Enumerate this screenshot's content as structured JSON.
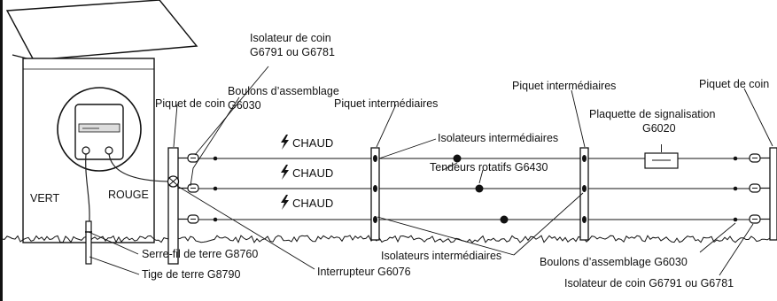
{
  "labels": {
    "corner_insulator_top": [
      "Isolateur de coin",
      "G6791 ou G6781"
    ],
    "bolts_top": [
      "Boulons d’assemblage",
      "G6030"
    ],
    "corner_post_left": "Piquet de coin",
    "line_post_left": "Piquet intermédiaires",
    "line_post_right": "Piquet intermédiaires",
    "corner_post_right": "Piquet de coin",
    "sign": [
      "Plaquette de signalisation",
      "G6020"
    ],
    "line_insulators_top": "Isolateurs intermédiaires",
    "tensioners": "Tendeurs rotatifs G6430",
    "green": "VERT",
    "red": "ROUGE",
    "earth_clamp": "Serre-fil de terre G8760",
    "earth_rod": "Tige de terre G8790",
    "switch": "Interrupteur G6076",
    "line_insulators_bottom": "Isolateurs intermédiaires",
    "bolts_bottom": "Boulons d’assemblage G6030",
    "corner_insulator_bottom": "Isolateur de coin G6791 ou G6781"
  },
  "wires": [
    "CHAUD",
    "CHAUD",
    "CHAUD"
  ],
  "icons": {
    "bolt": "lightning-bolt-icon"
  }
}
